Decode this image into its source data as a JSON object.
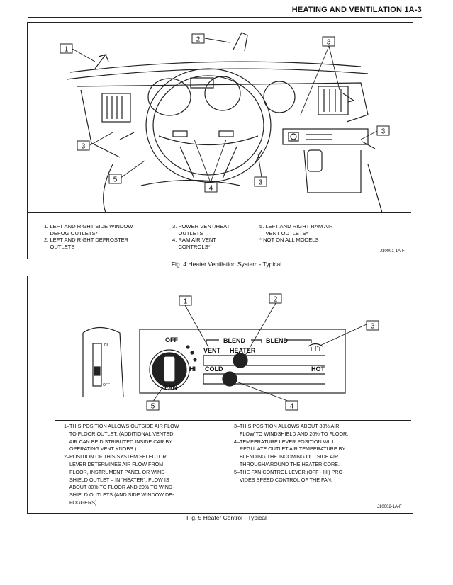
{
  "header": {
    "title": "HEATING AND VENTILATION  1A-3"
  },
  "fig4": {
    "callouts": [
      "1",
      "2",
      "3",
      "3",
      "3",
      "3",
      "4",
      "5"
    ],
    "legend": {
      "col1": [
        "1. LEFT AND RIGHT SIDE WINDOW",
        "    DEFOG OUTLETS*",
        "2. LEFT AND RIGHT DEFROSTER",
        "    OUTLETS"
      ],
      "col2": [
        "3. POWER VENT/HEAT",
        "    OUTLETS",
        "4. RAM AIR VENT",
        "    CONTROLS*"
      ],
      "col3": [
        "5. LEFT AND RIGHT RAM AIR",
        "    VENT OUTLETS*",
        "",
        "* NOT ON ALL MODELS"
      ]
    },
    "code": "J10001-1A-F",
    "caption": "Fig. 4 Heater Ventilation System - Typical"
  },
  "fig5": {
    "callouts": [
      "1",
      "2",
      "3",
      "4",
      "5"
    ],
    "panel_labels": {
      "off": "OFF",
      "hi": "HI",
      "fan": "FAN",
      "vent": "VENT",
      "blend1": "BLEND",
      "blend2": "BLEND",
      "heater": "HEATER",
      "cold": "COLD",
      "hot": "HOT",
      "small_hi": "HI",
      "small_off": "OFF"
    },
    "legend": {
      "left": [
        "1–THIS POSITION ALLOWS OUTSIDE AIR FLOW",
        "    TO FLOOR OUTLET. (ADDITIONAL VENTED",
        "    AIR CAN BE DISTRIBUTED INSIDE CAR BY",
        "    OPERATING VENT KNOBS.)",
        "",
        "2–POSITION OF THIS SYSTEM SELECTOR",
        "    LEVER DETERMINES AIR FLOW FROM",
        "    FLOOR, INSTRUMENT PANEL OR WIND-",
        "    SHIELD OUTLET – IN \"HEATER\", FLOW IS",
        "    ABOUT 80% TO FLOOR AND 20% TO WIND-",
        "    SHIELD OUTLETS (AND SIDE WINDOW DE-",
        "    FOGGERS)."
      ],
      "right": [
        "3–THIS POSITION ALLOWS ABOUT 80% AIR",
        "    FLOW TO WINDSHIELD AND 20% TO FLOOR.",
        "",
        "4–TEMPERATURE LEVER POSITION WILL",
        "    REGULATE OUTLET AIR TEMPERATURE BY",
        "    BLENDING THE INCOMING OUTSIDE AIR",
        "    THROUGH/AROUND THE HEATER CORE.",
        "",
        "5–THE FAN CONTROL LEVER (OFF - HI) PRO-",
        "    VIDES SPEED CONTROL OF THE FAN."
      ]
    },
    "code": "J10002-1A-F",
    "caption": "Fig. 5 Heater Control - Typical"
  }
}
